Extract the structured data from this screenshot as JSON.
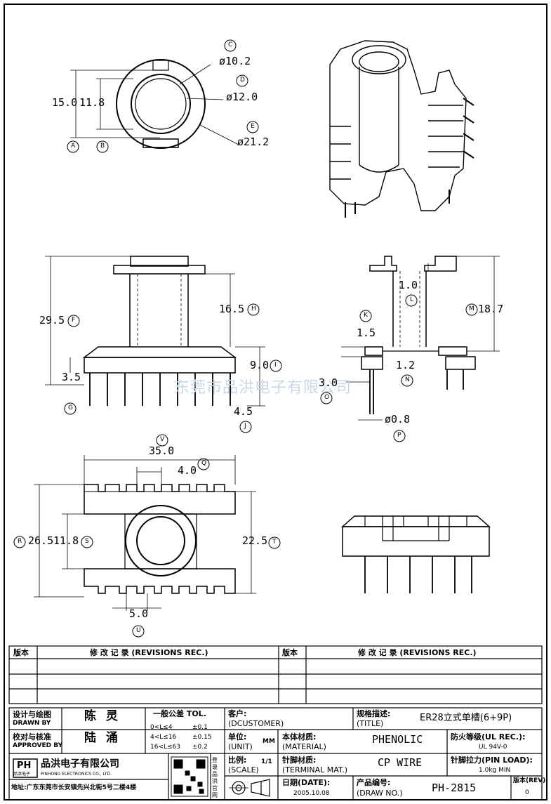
{
  "dims": {
    "top_phi1": "ø10.2",
    "top_phi2": "ø12.0",
    "top_phi3": "ø21.2",
    "top_h1": "15.0",
    "top_h2": "11.8",
    "front_h_total": "29.5",
    "front_h_top": "16.5",
    "front_h_mid": "9.0",
    "front_pin_3_5": "3.5",
    "front_pin_4_5": "4.5",
    "side_1_0": "1.0",
    "side_18_7": "18.7",
    "side_1_5": "1.5",
    "side_1_2": "1.2",
    "side_3_0": "3.0",
    "side_pin": "ø0.8",
    "bot_35": "35.0",
    "bot_4": "4.0",
    "bot_26_5": "26.5",
    "bot_11_8": "11.8",
    "bot_22_5": "22.5",
    "bot_5": "5.0"
  },
  "labels": {
    "A": "A",
    "B": "B",
    "C": "C",
    "D": "D",
    "E": "E",
    "F": "F",
    "G": "G",
    "H": "H",
    "I": "I",
    "J": "J",
    "K": "K",
    "L": "L",
    "M": "M",
    "N": "N",
    "O": "O",
    "P": "P",
    "Q": "Q",
    "R": "R",
    "S": "S",
    "T": "T",
    "U": "U",
    "V": "V"
  },
  "watermark": "东莞市品洪电子有限公司",
  "revisions": {
    "col1": "版本",
    "col2": "修 改 记 录 (REVISIONS REC.)",
    "col3": "版本",
    "col4": "修 改 记 录 (REVISIONS REC.)"
  },
  "title_block": {
    "design_cn": "设计与绘图",
    "design_en": "DRAWN BY",
    "designer": "陈 灵",
    "check_cn": "校对与核准",
    "check_en": "APPROVED BY",
    "checker": "陆 涌",
    "tol_title": "一般公差 TOL.",
    "tol1_range": "0<L≤4",
    "tol1_val": "±0.1",
    "tol2_range": "4<L≤16",
    "tol2_val": "±0.15",
    "tol3_range": "16<L≤63",
    "tol3_val": "±0.2",
    "customer_cn": "客户:",
    "customer_en": "(DCUSTOMER)",
    "title_cn": "规格描述:",
    "title_en": "(TITLE)",
    "title_val": "ER28立式单槽(6+9P)",
    "unit_cn": "单位:",
    "unit_en": "(UNIT)",
    "unit_val": "MM",
    "material_cn": "本体材质:",
    "material_en": "(MATERIAL)",
    "material_val": "PHENOLIC",
    "fire_cn": "防火等级(UL REC.):",
    "fire_val": "UL 94V-0",
    "scale_cn": "比例:",
    "scale_en": "(SCALE)",
    "scale_val": "1/1",
    "terminal_cn": "针脚材质:",
    "terminal_en": "(TERMINAL MAT.)",
    "terminal_val": "CP WIRE",
    "pinload_cn": "针脚拉力(PIN LOAD):",
    "pinload_val": "1.0kg MIN",
    "date_cn": "日期(DATE):",
    "date_val": "2005.10.08",
    "drawno_cn": "产品编号:",
    "drawno_en": "(DRAW NO.)",
    "drawno_val": "PH-2815",
    "rev_cn": "版本(REV):",
    "rev_val": "0",
    "company_cn": "品洪电子有限公司",
    "company_en": "PINHONG ELECTRONICS CO., LTD.",
    "logo_text": "PH",
    "logo_sub": "品洪电子",
    "address": "地址:广东东莞市长安镇先兴北街5号二楼4楼",
    "qr_side": "登录品洪官网"
  }
}
